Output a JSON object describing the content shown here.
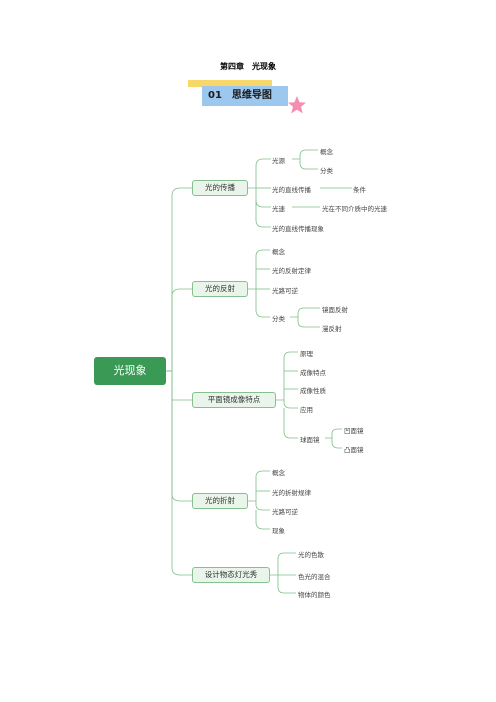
{
  "header": {
    "chapter": "第四章　光现象",
    "section": "01　思维导图"
  },
  "colors": {
    "root": "#3a9a55",
    "branch_fill": "#e9f5ea",
    "branch_border": "#86c08e",
    "line": "#7cbf86",
    "title_bg": "#9cc7ee",
    "title_bar": "#f7d66a",
    "star": "#f58fb0"
  },
  "map": {
    "root": "光现象",
    "b1": {
      "label": "光的传播",
      "guangyuan": "光源",
      "gainian": "概念",
      "fenlei": "分类",
      "zhixian": "光的直线传播",
      "tiaojian": "条件",
      "guangsu": "光速",
      "guangsu_detail": "光在不同介质中的光速",
      "xianxiang": "光的直线传播现象"
    },
    "b2": {
      "label": "光的反射",
      "gainian": "概念",
      "dinglv": "光的反射定律",
      "kени": "",
      "kenilabel": "光路可逆",
      "fenlei": "分类",
      "jingmian": "镜面反射",
      "manfan": "漫反射"
    },
    "b3": {
      "label": "平面镜成像特点",
      "yuanli": "原理",
      "tedian": "成像特点",
      "xingzhi": "成像性质",
      "yingyong": "应用",
      "qiumian": "球面镜",
      "aomian": "凹面镜",
      "tumian": "凸面镜"
    },
    "b4": {
      "label": "光的折射",
      "gainian": "概念",
      "guilv": "光的折射规律",
      "keni": "光路可逆",
      "xianxiang": "现象"
    },
    "b5": {
      "label": "设计物态灯光秀",
      "sesan": "光的色散",
      "hunhe": "色光的混合",
      "yanse": "物体的颜色"
    }
  }
}
